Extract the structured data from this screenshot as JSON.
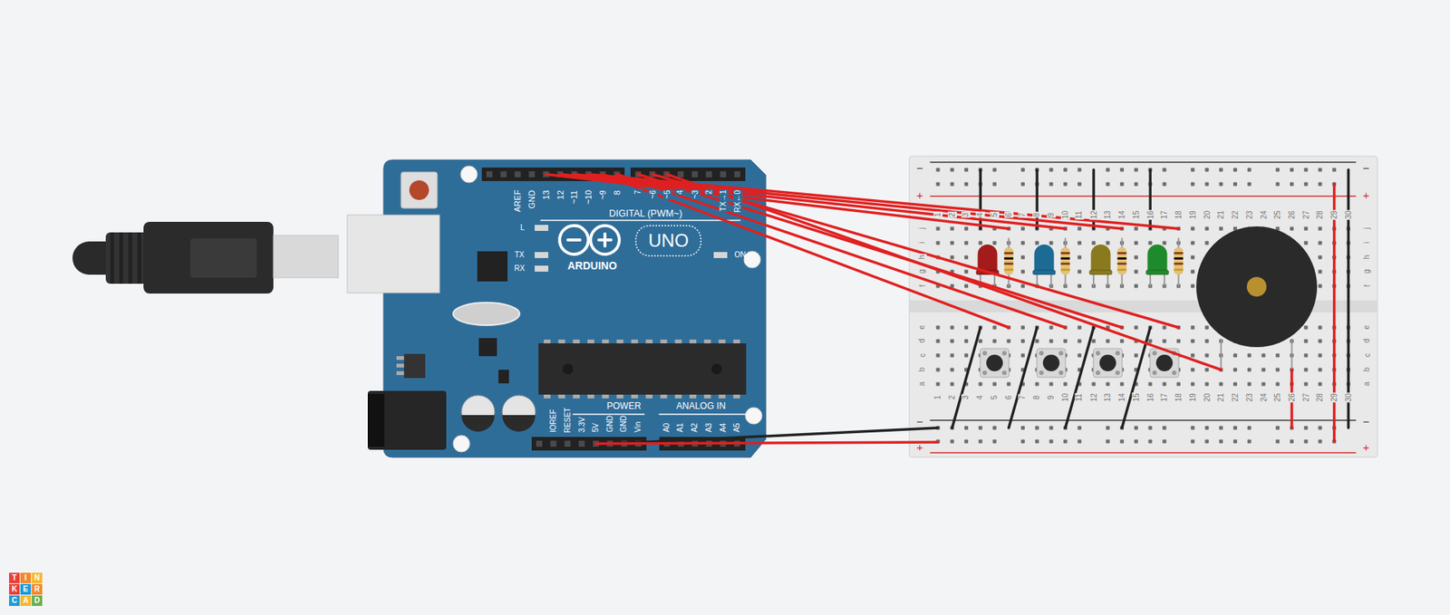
{
  "diagram": {
    "labels": [
      "AREF",
      "GND",
      "13",
      "12",
      "~11",
      "~10",
      "~9",
      "8",
      "7",
      "~6",
      "~5",
      "4",
      "~3",
      "2",
      "TX→1",
      "RX←0",
      "DIGITAL (PWM~)",
      "L",
      "TX",
      "RX",
      "ARDUINO",
      "UNO",
      "ON",
      "IOREF",
      "RESET",
      "3.3V",
      "5V",
      "GND",
      "GND",
      "Vin",
      "POWER",
      "ANALOG IN",
      "A0",
      "A1",
      "A2",
      "A3",
      "A4",
      "A5",
      "T",
      "I",
      "N",
      "K",
      "E",
      "R",
      "C",
      "A",
      "D",
      "−",
      "+",
      "−",
      "+",
      "−",
      "+",
      "−",
      "+",
      "j",
      "i",
      "h",
      "g",
      "f",
      "e",
      "d",
      "c",
      "b",
      "a",
      "j",
      "i",
      "h",
      "g",
      "f",
      "e",
      "d",
      "c",
      "b",
      "a",
      "1",
      "2",
      "3",
      "4",
      "5",
      "6",
      "7",
      "8",
      "9",
      "10",
      "11",
      "12",
      "13",
      "14",
      "15",
      "16",
      "17",
      "18",
      "19",
      "20",
      "21",
      "22",
      "23",
      "24",
      "25",
      "26",
      "27",
      "28",
      "29",
      "30",
      "1",
      "2",
      "3",
      "4",
      "5",
      "6",
      "7",
      "8",
      "9",
      "10",
      "11",
      "12",
      "13",
      "14",
      "15",
      "16",
      "17",
      "18",
      "19",
      "20",
      "21",
      "22",
      "23",
      "24",
      "25",
      "26",
      "27",
      "28",
      "29",
      "30"
    ]
  }
}
